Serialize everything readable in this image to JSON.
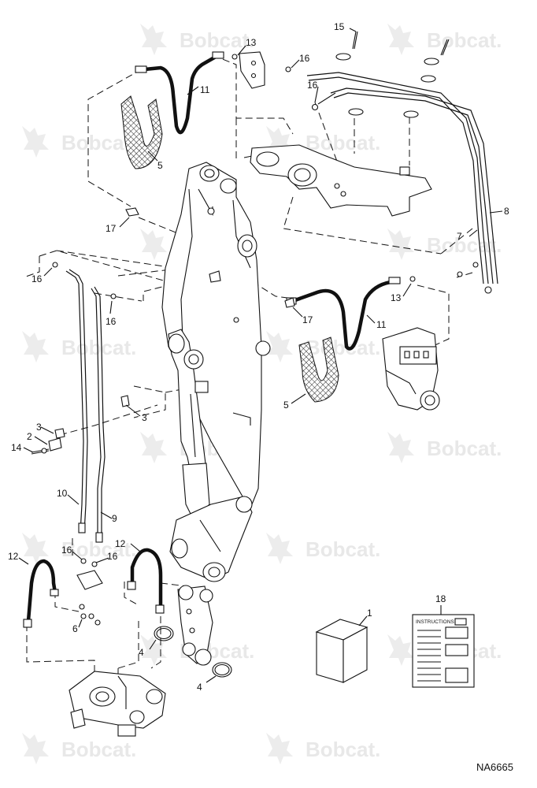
{
  "watermark": {
    "text": "Bobcat."
  },
  "callouts": {
    "c15": "15",
    "c13a": "13",
    "c16a": "16",
    "c16b": "16",
    "c11a": "11",
    "c5a": "5",
    "c8": "8",
    "c7": "7",
    "c17a": "17",
    "c16c": "16",
    "c16d": "16",
    "c13b": "13",
    "c17b": "17",
    "c11b": "11",
    "c5b": "5",
    "c3a": "3",
    "c3b": "3",
    "c2": "2",
    "c14": "14",
    "c10": "10",
    "c9": "9",
    "c12a": "12",
    "c12b": "12",
    "c16e": "16",
    "c16f": "16",
    "c6": "6",
    "c4a": "4",
    "c4b": "4",
    "c1": "1",
    "c18": "18"
  },
  "instructions_label": "INSTRUCTIONS",
  "drawing_code": "NA6665"
}
